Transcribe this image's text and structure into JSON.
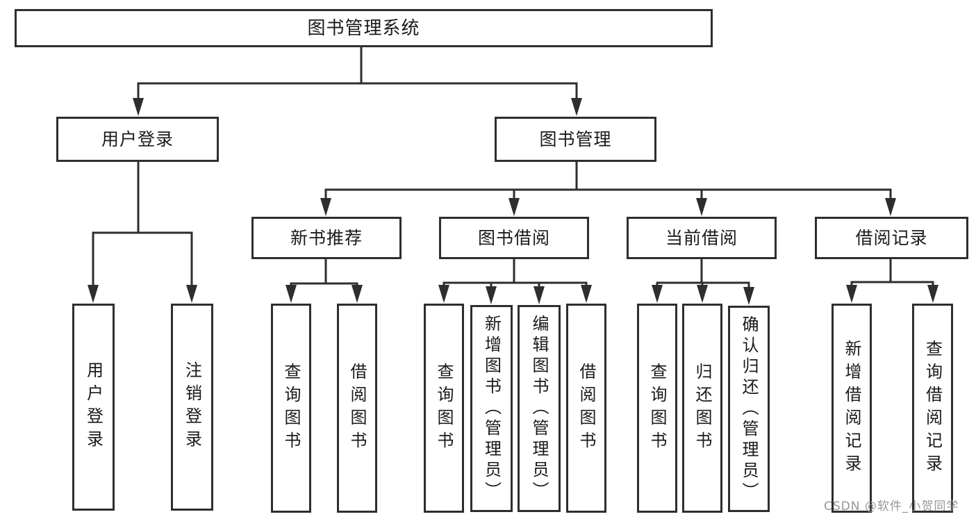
{
  "diagram_type": "hierarchy-tree",
  "tree": {
    "root": "图书管理系统",
    "branches": [
      {
        "label": "用户登录",
        "children": [
          "用户登录",
          "注销登录"
        ]
      },
      {
        "label": "图书管理",
        "children": [
          {
            "label": "新书推荐",
            "children": [
              "查询图书",
              "借阅图书"
            ]
          },
          {
            "label": "图书借阅",
            "children": [
              "查询图书",
              "新增图书（管理员）",
              "编辑图书（管理员）",
              "借阅图书"
            ]
          },
          {
            "label": "当前借阅",
            "children": [
              "查询图书",
              "归还图书",
              "确认归还（管理员）"
            ]
          },
          {
            "label": "借阅记录",
            "children": [
              "新增借阅记录",
              "查询借阅记录"
            ]
          }
        ]
      }
    ]
  },
  "watermark": "CSDN @软件_小贺同学",
  "colors": {
    "background": "#ffffff",
    "line": "#2e2e2e",
    "box_border": "#2e2e2e",
    "text": "#1a1a1a",
    "watermark": "#8e8e8e"
  }
}
